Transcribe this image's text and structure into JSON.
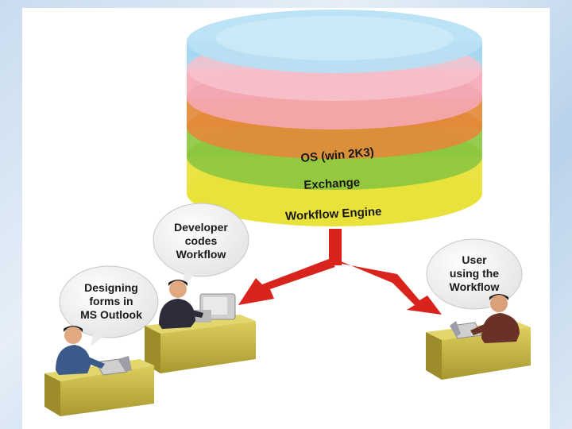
{
  "database_layers": {
    "os": "OS (win 2K3)",
    "exchange": "Exchange",
    "engine": "Workflow Engine"
  },
  "bubbles": {
    "developer": [
      "Developer",
      "codes",
      "Workflow"
    ],
    "designer": [
      "Designing",
      "forms in",
      "MS Outlook"
    ],
    "user": [
      "User",
      "using the",
      "Workflow"
    ]
  },
  "colors": {
    "layer_blue": "#9fd3ef",
    "layer_pink": "#f4a7b4",
    "layer_orange": "#e38a3a",
    "layer_green": "#8cc63f",
    "layer_yellow": "#e8e23a",
    "arrow_red": "#d9231d",
    "desk": "#c9b94a"
  }
}
